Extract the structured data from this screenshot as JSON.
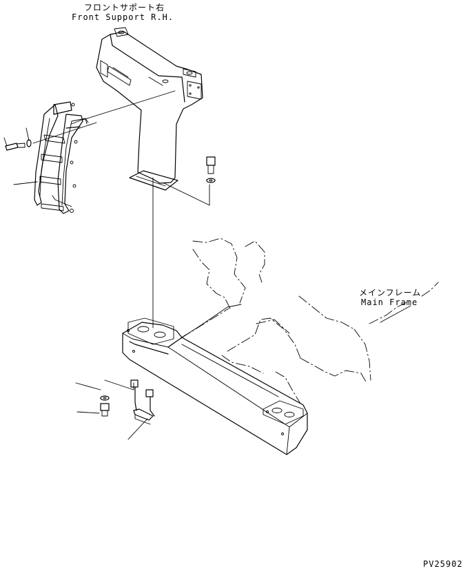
{
  "labels": {
    "front_support_jp": "フロントサポート右",
    "front_support_en": "Front Support R.H.",
    "main_frame_jp": "メインフレーム",
    "main_frame_en": "Main Frame",
    "drawing_number": "PV25902"
  }
}
